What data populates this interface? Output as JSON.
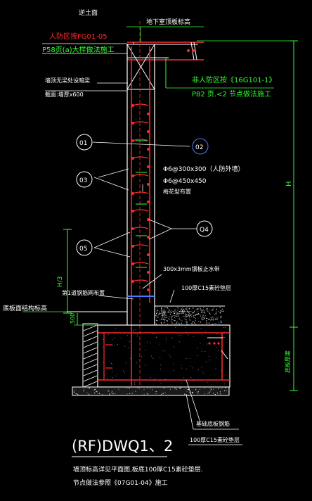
{
  "labels": {
    "top_ground": "逆土面",
    "basement_top": "地下室顶板标高",
    "civil_defense_1": "人防区按FG01-05",
    "civil_defense_2": "P58页(a)大样做法施工",
    "non_civil_1": "非人防区按《16G101-1》",
    "non_civil_2": "P82 页.<2 节点做法施工",
    "wall_top_beam_1": "墙顶无梁处设暗梁",
    "wall_top_beam_2": "截面:墙厚x600",
    "circle_1": "01",
    "circle_2": "02",
    "circle_3": "03",
    "circle_4": "Q4",
    "circle_5": "05",
    "rebar_1": "Φ6@300x300（人防外墙）",
    "rebar_2": "Φ6@450x450",
    "rebar_3": "梅花型布置",
    "waterstop": "300x3mm钢板止水带",
    "padding_1": "100厚C15素砼垫层",
    "first_rebar": "第1道钢筋网布置",
    "h_third": "H/3",
    "h": "H",
    "slab_bottom": "底板面结构标高",
    "dim_500": "500",
    "slab_thickness": "底板厚度",
    "base_rebar": "基础底板钢筋",
    "padding_2": "100厚C15素砼垫层",
    "title": "(RF)DWQ1、2",
    "note_1": "墙顶标高详见平面图,板底100厚C15素砼垫层.",
    "note_2": "节点做法参照《07G01-04》施工"
  },
  "colors": {
    "red": "#ff2a2a",
    "green": "#33ff33",
    "white": "#ffffff",
    "yellow": "#ffff33",
    "blue": "#4a7bff",
    "gray": "#9a9a9a"
  }
}
